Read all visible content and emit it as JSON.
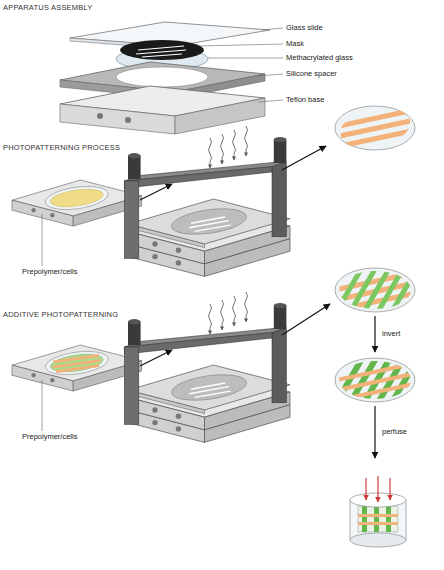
{
  "diagram": {
    "labels": [
      "APPARATUS ASSEMBLY",
      "Glass slide",
      "Mask",
      "Methacrylated glass",
      "Silicone spacer",
      "Teflon base",
      "PHOTOPATTERNING PROCESS",
      "Prepolymer/cells",
      "ADDITIVE PHOTOPATTERNING",
      "Prepolymer/cells",
      "invert",
      "perfuse"
    ]
  }
}
